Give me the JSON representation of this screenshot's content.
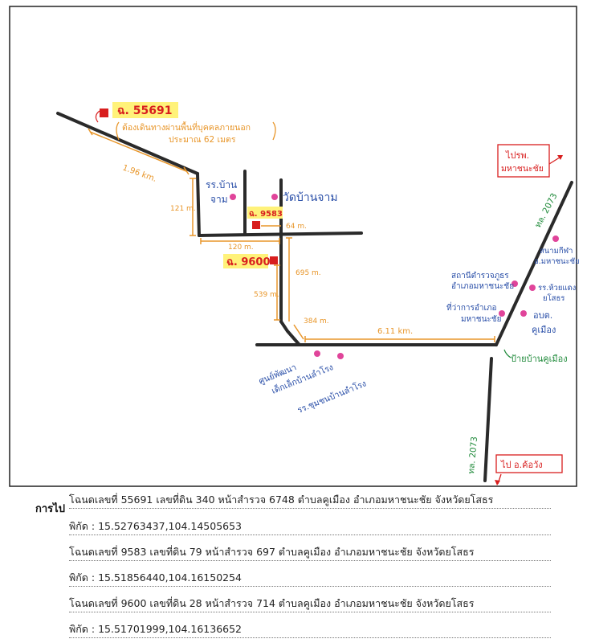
{
  "map": {
    "deeds": {
      "d55691": "ฉ. 55691",
      "d9583": "ฉ. 9583",
      "d9600": "ฉ. 9600"
    },
    "notes": {
      "access": "ต้องเดินทางผ่านพื้นที่บุคคลภายนอก",
      "access_dist": "ประมาณ 62 เมตร"
    },
    "distances": {
      "d1": "1.96 km.",
      "d2": "121 m.",
      "d3": "120 m.",
      "d4": "64 m.",
      "d5": "695 m.",
      "d6": "539 m.",
      "d7": "384 m.",
      "d8": "6.11 km."
    },
    "places": {
      "school": "รร.บ้าน",
      "school2": "จาม",
      "temple": "วัดบ้านจาม",
      "health1": "สถานีตำรวจภูธร",
      "health2": "อำเภอมหาชนะชัย",
      "district1": "ที่ว่าการอำเภอ",
      "district2": "มหาชนะชัย",
      "stadium1": "สนามกีฬา",
      "stadium2": "อ.มหาชนะชัย",
      "office1": "อบต.",
      "office2": "คูเมือง",
      "school3": "รร.ห้วยแดง",
      "school4": "ยโสธร",
      "center1": "ศูนย์พัฒนา",
      "center2": "เด็กเล็กบ้านลำโรง",
      "school5": "รร.ชุมชนบ้านลำโรง",
      "arch": "ป้ายบ้านคูเมือง"
    },
    "roads": {
      "r1": "ทล. 2073",
      "r2": "ทล. 2073"
    },
    "directions": {
      "north": "ไปรพ.",
      "north2": "มหาชนะชัย",
      "south": "ไป อ.ค้อวัง"
    }
  },
  "info": {
    "label": "การไป",
    "rows": [
      "โฉนดเลขที่ 55691 เลขที่ดิน 340 หน้าสำรวจ 6748 ตำบลคูเมือง อำเภอมหาชนะชัย จังหวัดยโสธร",
      "พิกัด : 15.52763437,104.14505653",
      "โฉนดเลขที่ 9583 เลขที่ดิน 79 หน้าสำรวจ 697 ตำบลคูเมือง อำเภอมหาชนะชัย จังหวัดยโสธร",
      "พิกัด : 15.51856440,104.16150254",
      "โฉนดเลขที่ 9600 เลขที่ดิน 28 หน้าสำรวจ 714 ตำบลคูเมือง อำเภอมหาชนะชัย จังหวัดยโสธร",
      "พิกัด : 15.51701999,104.16136652"
    ]
  },
  "colors": {
    "road": "#2a2a2a",
    "distance": "#e8962a",
    "place": "#2a4fa8",
    "roadnum": "#1f8a3a",
    "poi": "#e0449a",
    "plot": "#d81e1e",
    "highlight": "#fff27a"
  }
}
